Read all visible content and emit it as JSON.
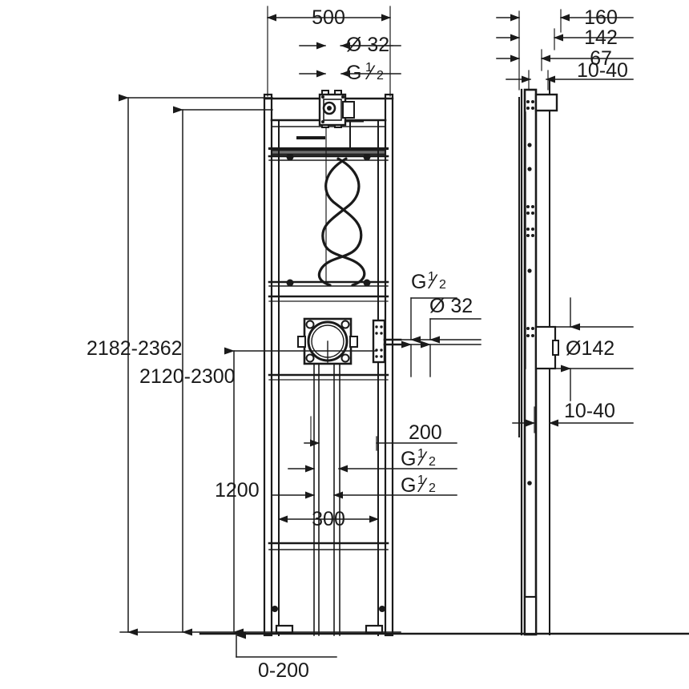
{
  "drawing": {
    "title": "Installation frame technical dimension drawing",
    "type": "engineering-dimension-drawing",
    "units": "mm",
    "line_color": "#1a1a1a",
    "background": "#ffffff",
    "views": [
      {
        "name": "front-view",
        "label": ""
      },
      {
        "name": "side-view",
        "label": ""
      }
    ]
  },
  "dimensions": {
    "top_width": "500",
    "top_dia_32": "Ø 32",
    "top_thread": {
      "glyph": "G",
      "num": "1",
      "den": "2"
    },
    "side_160": "160",
    "side_142": "142",
    "side_67": "67",
    "side_10_40_top": "10-40",
    "left_total": "2182-2362",
    "left_second": "2120-2300",
    "left_1200": "1200",
    "mid_thread_1": {
      "glyph": "G",
      "num": "1",
      "den": "2"
    },
    "mid_dia_32": "Ø 32",
    "lower_200": "200",
    "lower_thread_1": {
      "glyph": "G",
      "num": "1",
      "den": "2"
    },
    "lower_thread_2": {
      "glyph": "G",
      "num": "1",
      "den": "2"
    },
    "lower_300": "300",
    "bottom_0_200": "0-200",
    "right_dia_142": "Ø142",
    "right_10_40": "10-40"
  },
  "labels": {
    "dia_symbol": "Ø"
  }
}
